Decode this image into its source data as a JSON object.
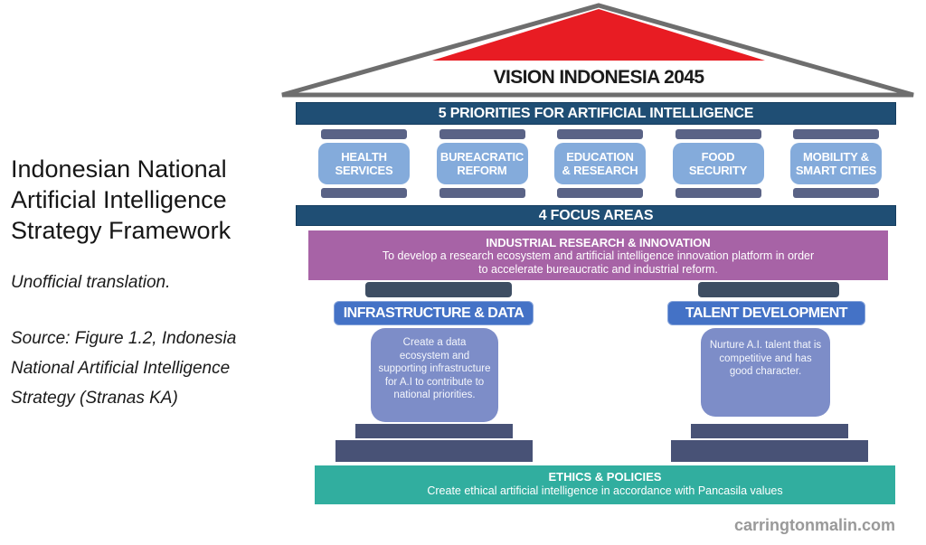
{
  "left_panel": {
    "title": "Indonesian National\nArtificial Intelligence\nStrategy Framework",
    "note": "Unofficial translation.",
    "source": "Source: Figure 1.2, Indonesia\nNational Artificial Intelligence\nStrategy (Stranas KA)"
  },
  "vision": {
    "label": "VISION INDONESIA 2045"
  },
  "priorities_bar": "5 PRIORITIES FOR ARTIFICIAL INTELLIGENCE",
  "priorities": [
    {
      "label": "HEALTH\nSERVICES"
    },
    {
      "label": "BUREACRATIC\nREFORM"
    },
    {
      "label": "EDUCATION\n& RESEARCH"
    },
    {
      "label": "FOOD\nSECURITY"
    },
    {
      "label": "MOBILITY &\nSMART CITIES"
    }
  ],
  "focus_bar": "4 FOCUS AREAS",
  "focus_areas": {
    "industrial": {
      "title": "INDUSTRIAL RESEARCH & INNOVATION",
      "description": "To develop a research ecosystem and artificial intelligence innovation platform in order\nto accelerate bureaucratic and industrial reform."
    },
    "infrastructure": {
      "title": "INFRASTRUCTURE & DATA",
      "description": "Create a data ecosystem and supporting infrastructure for A.I to contribute to national priorities."
    },
    "talent": {
      "title": "TALENT DEVELOPMENT",
      "description": "Nurture A.I. talent that is competitive and has good character."
    },
    "ethics": {
      "title": "ETHICS & POLICIES",
      "description": "Create ethical artificial intelligence in accordance with Pancasila values"
    }
  },
  "watermark": "carringtonmalin.com",
  "colors": {
    "navy_bar": "#1f4e74",
    "pillar_blue": "#84abdb",
    "pillar_cap": "#5a6386",
    "purple": "#a763a6",
    "header_blue": "#4472c6",
    "body_blue": "#7d8dc8",
    "capital_dark": "#3e4e63",
    "base_bar": "#485276",
    "teal": "#31ae9f",
    "roof_red": "#e81c23",
    "roof_outline": "#6e6e6e"
  }
}
